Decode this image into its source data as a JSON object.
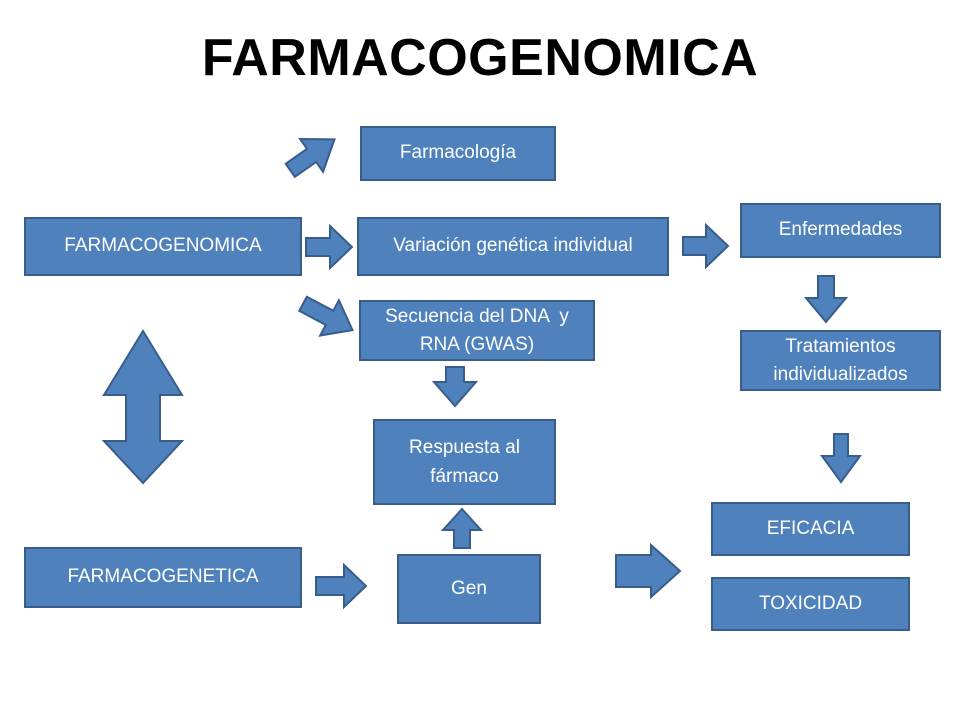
{
  "title": "FARMACOGENOMICA",
  "boxes": {
    "farmacologia": "Farmacología",
    "farmacogenomica": "FARMACOGENOMICA",
    "variacion": "Variación genética individual",
    "secuencia_line1": "Secuencia del DNA  y",
    "secuencia_line2": "RNA (GWAS)",
    "enfermedades": "Enfermedades",
    "tratamientos_line1": "Tratamientos",
    "tratamientos_line2": "individualizados",
    "respuesta_line1": "Respuesta al",
    "respuesta_line2": "fármaco",
    "farmacogenetica": "FARMACOGENETICA",
    "gen": "Gen",
    "eficacia": "EFICACIA",
    "toxicidad": "TOXICIDAD"
  },
  "colors": {
    "box_fill": "#4f81bd",
    "box_border": "#385d8a",
    "text": "#ffffff",
    "title": "#000000"
  }
}
